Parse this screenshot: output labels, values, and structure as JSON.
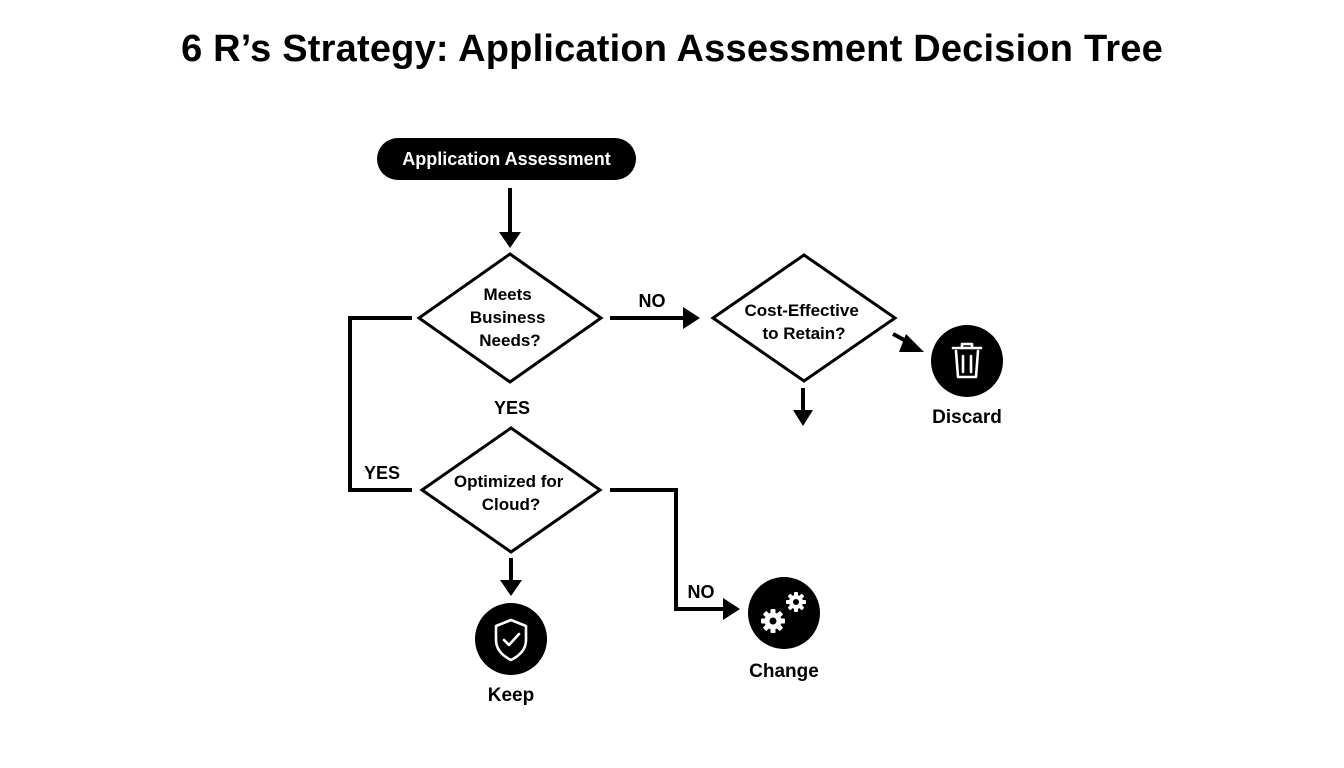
{
  "title": "6 R’s Strategy: Application Assessment Decision Tree",
  "nodes": {
    "start": "Application Assessment",
    "meets_needs": [
      "Meets",
      "Business",
      "Needs?"
    ],
    "cost_effective": [
      "Cost-Effective",
      "to Retain?"
    ],
    "optimized": [
      "Optimized for",
      "Cloud?"
    ]
  },
  "edges": {
    "meets_no": "NO",
    "meets_yes": "YES",
    "left_yes": "YES",
    "optimized_no": "NO"
  },
  "outcomes": {
    "discard": {
      "label": "Discard",
      "icon": "trash-icon"
    },
    "keep": {
      "label": "Keep",
      "icon": "shield-check-icon"
    },
    "change": {
      "label": "Change",
      "icon": "gears-icon"
    }
  },
  "colors": {
    "ink": "#000000",
    "background": "#ffffff"
  }
}
